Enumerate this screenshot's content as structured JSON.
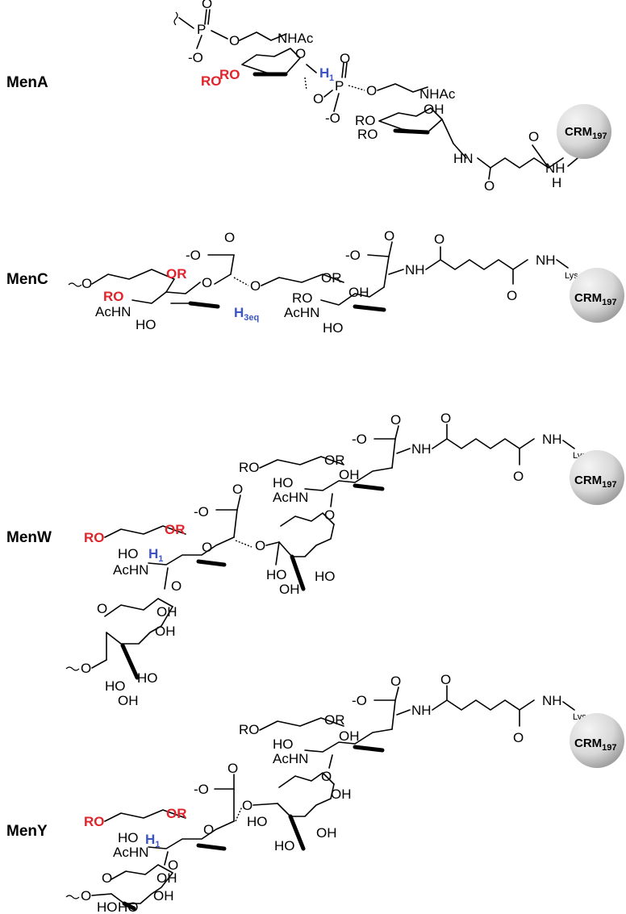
{
  "compounds": [
    {
      "name": "MenA"
    },
    {
      "name": "MenC"
    },
    {
      "name": "MenW"
    },
    {
      "name": "MenY"
    }
  ],
  "carrier": {
    "name": "CRM",
    "subscript": "197",
    "linker_residue": "Lys"
  },
  "labels": {
    "ro": "RO",
    "or": "OR",
    "oh": "OH",
    "ho": "HO",
    "nhac": "NHAc",
    "achn": "AcHN",
    "nh": "NH",
    "hn": "HN",
    "h": "H",
    "o": "O",
    "p": "P",
    "o_minus": "-O",
    "h1": "H",
    "h1_sub": "1",
    "h3eq": "H",
    "h3eq_sub": "3eq"
  },
  "colors": {
    "highlight_red": "#e0242b",
    "highlight_blue": "#3b55c8",
    "sphere_light": "#f4f4f4",
    "sphere_dark": "#9a9a9a"
  }
}
